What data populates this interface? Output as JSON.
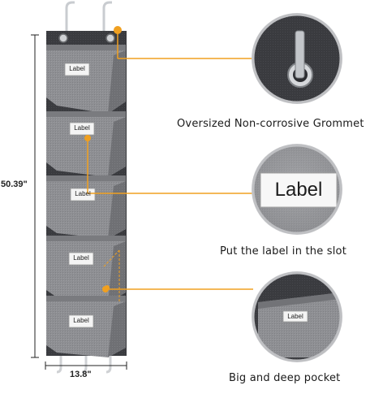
{
  "dimensions": {
    "height": "50.39\"",
    "width": "13.8\""
  },
  "pockets": [
    {
      "label": "Label"
    },
    {
      "label": "Label"
    },
    {
      "label": "Label"
    },
    {
      "label": "Label"
    },
    {
      "label": "Label"
    }
  ],
  "callouts": [
    {
      "caption": "Oversized Non-corrosive Grommet"
    },
    {
      "caption": "Put the label in the slot",
      "tag": "Label"
    },
    {
      "caption": "Big and deep pocket",
      "tag": "Label"
    }
  ],
  "colors": {
    "fabric": "#8e8f93",
    "fabric_dark": "#5b5c60",
    "backing": "#3e4045",
    "accent_orange": "#f0a020",
    "hook": "#c9ccd0"
  }
}
